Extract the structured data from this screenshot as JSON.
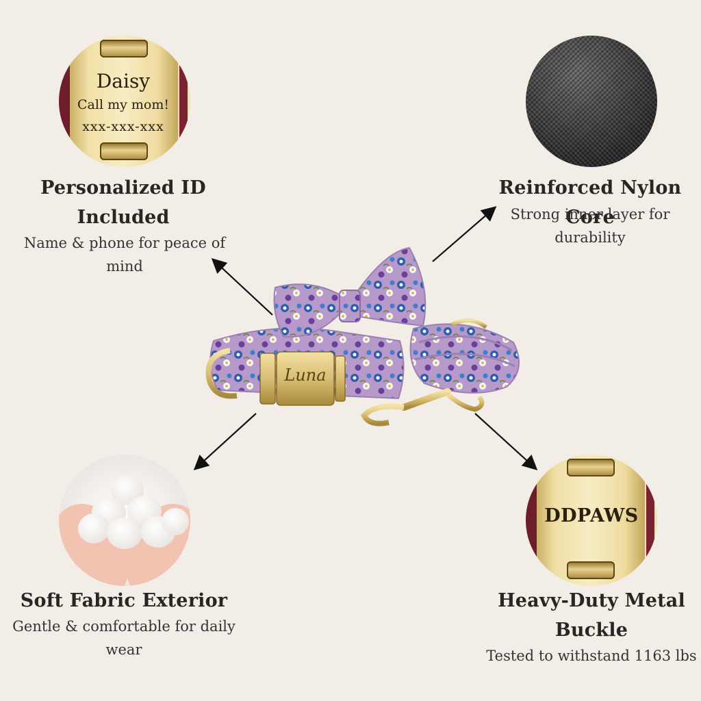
{
  "features": {
    "personalized_id": {
      "title_line1": "Personalized ID",
      "title_line2": "Included",
      "desc_line1": "Name & phone for peace of",
      "desc_line2": "mind",
      "tag_name": "Daisy",
      "tag_line2": "Call my mom!",
      "tag_line3": "xxx-xxx-xxx"
    },
    "nylon_core": {
      "title": "Reinforced Nylon Core",
      "desc_line1": "Strong inner layer for",
      "desc_line2": "durability"
    },
    "soft_fabric": {
      "title": "Soft Fabric Exterior",
      "desc_line1": "Gentle & comfortable for daily",
      "desc_line2": "wear"
    },
    "metal_buckle": {
      "title_line1": "Heavy-Duty Metal",
      "title_line2": "Buckle",
      "desc": "Tested to withstand 1163 lbs",
      "plate_text": "DDPAWS"
    }
  },
  "product": {
    "buckle_engraving": "Luna"
  },
  "colors": {
    "background": "#f2eee7",
    "floral_base": "#b79ac9",
    "gold": "#d9bd72"
  }
}
